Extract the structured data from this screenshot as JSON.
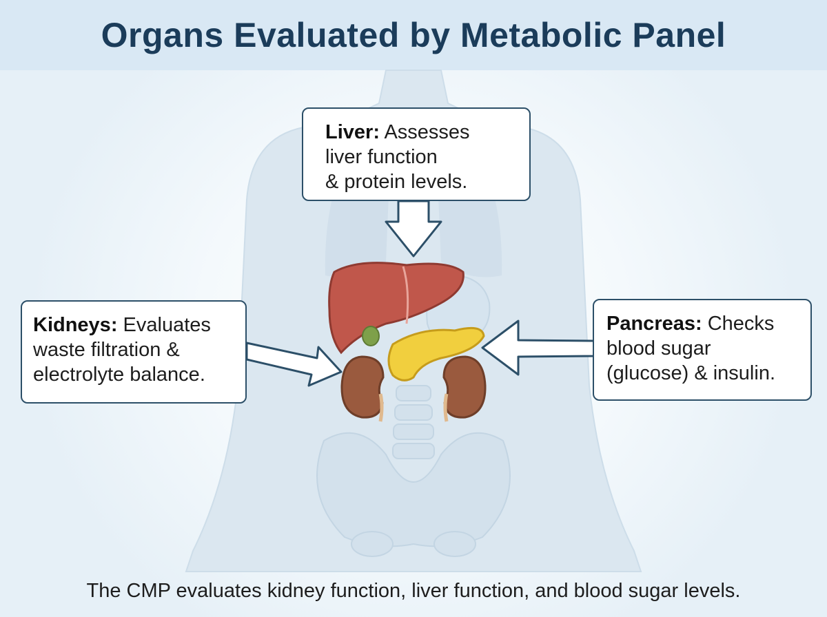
{
  "title": "Organs Evaluated by Metabolic Panel",
  "callouts": {
    "liver": {
      "label": "Liver:",
      "text_lines": [
        "Assesses",
        "liver function",
        "& protein levels."
      ]
    },
    "kidneys": {
      "label": "Kidneys:",
      "text_lines": [
        "Evaluates",
        "waste filtration &",
        "electrolyte balance."
      ]
    },
    "pancreas": {
      "label": "Pancreas:",
      "text_lines": [
        "Checks",
        "blood sugar",
        "(glucose) & insulin."
      ]
    }
  },
  "footer": "The CMP evaluates kidney function, liver function, and blood sugar levels.",
  "colors": {
    "title": "#1b3c5a",
    "header_band": "#d9e8f4",
    "callout_border": "#2c4f68",
    "liver": "#c0574b",
    "kidney": "#9a5a3e",
    "pancreas": "#f1cf3e",
    "body_silhouette": "#dce8f1"
  },
  "organs": [
    "liver",
    "gallbladder",
    "stomach",
    "pancreas",
    "left-kidney",
    "right-kidney"
  ]
}
